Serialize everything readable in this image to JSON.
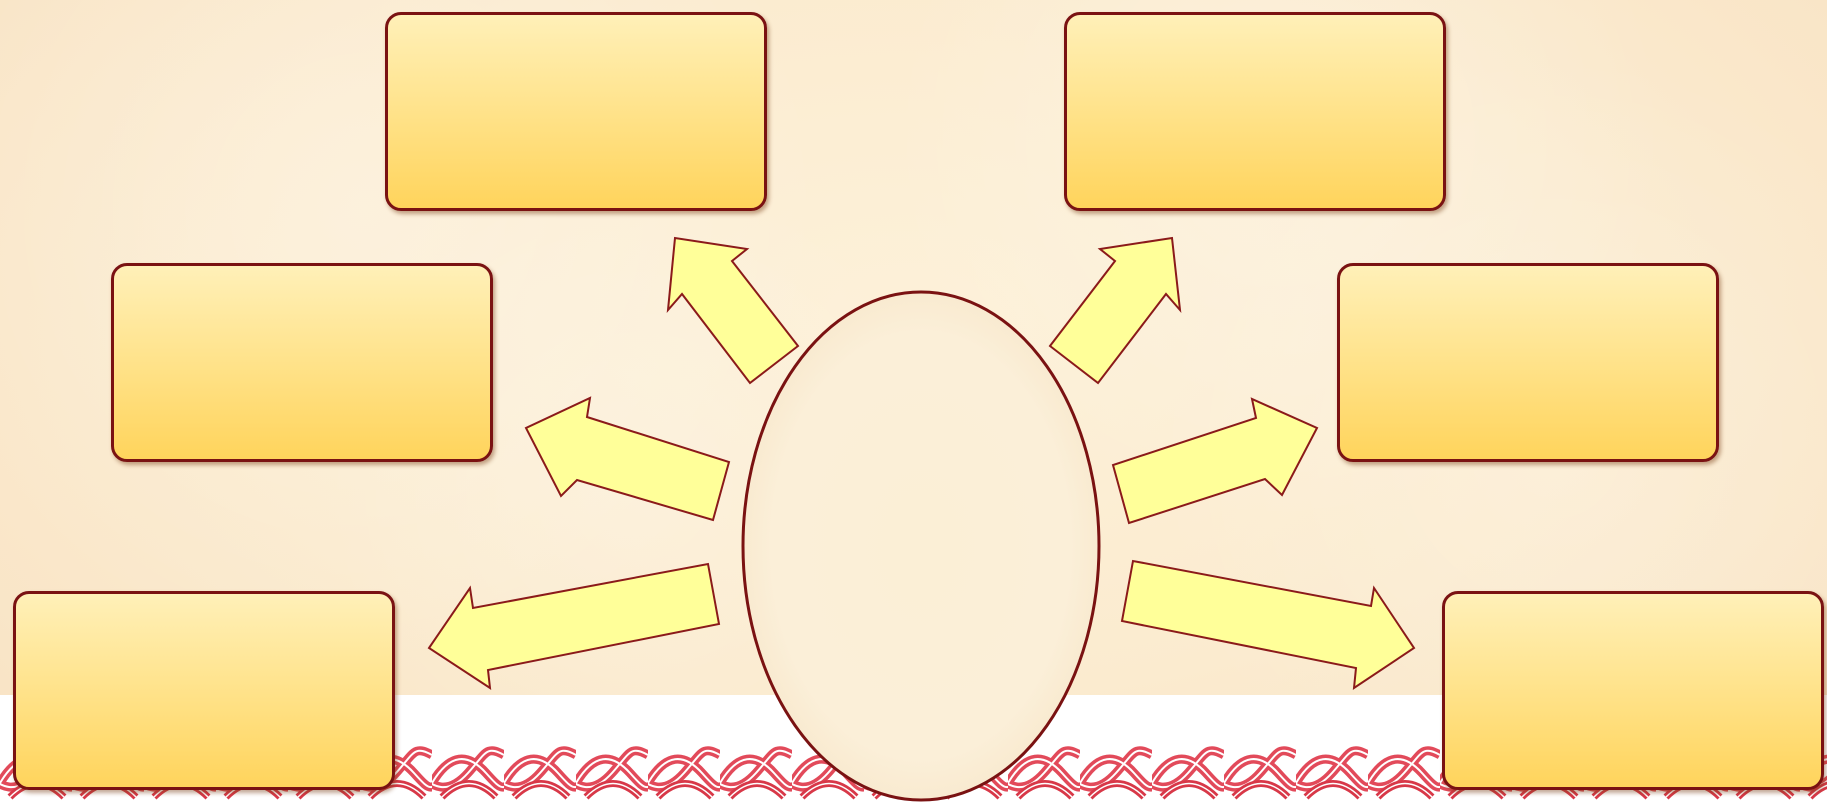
{
  "diagram": {
    "type": "radial-mind-map",
    "center": {
      "label": ""
    },
    "nodes": [
      {
        "id": "top-left",
        "label": ""
      },
      {
        "id": "top-right",
        "label": ""
      },
      {
        "id": "middle-left",
        "label": ""
      },
      {
        "id": "middle-right",
        "label": ""
      },
      {
        "id": "bottom-left",
        "label": ""
      },
      {
        "id": "bottom-right",
        "label": ""
      }
    ],
    "edges": [
      {
        "from": "center",
        "to": "top-left"
      },
      {
        "from": "center",
        "to": "top-right"
      },
      {
        "from": "center",
        "to": "middle-left"
      },
      {
        "from": "center",
        "to": "middle-right"
      },
      {
        "from": "center",
        "to": "bottom-left"
      },
      {
        "from": "center",
        "to": "bottom-right"
      }
    ]
  },
  "colors": {
    "box_fill_top": "#fff0b8",
    "box_fill_bottom": "#ffd45c",
    "box_border": "#7a1212",
    "arrow_fill": "#ffff99",
    "arrow_border": "#8b1a1a",
    "oval_fill": "#fbefd8",
    "oval_border": "#7a1212",
    "background": "#fbebcf",
    "ornament": "#e0404f"
  }
}
